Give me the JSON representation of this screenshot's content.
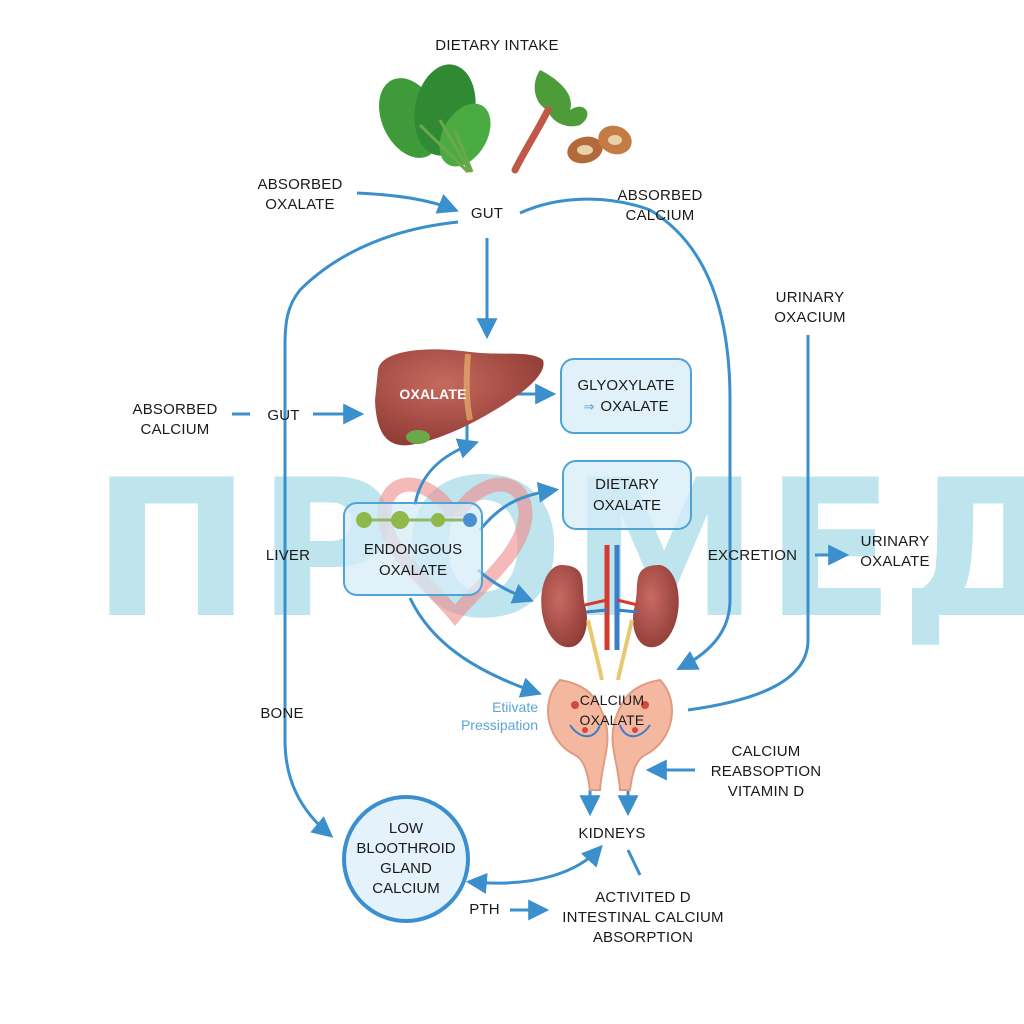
{
  "title": "DIETARY INTAKE",
  "labels": {
    "absorbed_oxalate": [
      "ABSORBED",
      "OXALATE"
    ],
    "gut_top": "GUT",
    "absorbed_calcium_top": [
      "ABSORBED",
      "CALCIUM"
    ],
    "urinary_oxacium": [
      "URINARY",
      "OXACIUM"
    ],
    "absorbed_calcium_left": [
      "ABSORBED",
      "CALCIUM"
    ],
    "gut_left": "GUT",
    "liver_oxalate": "OXALATE",
    "glyoxylate_box": [
      "GLYOXYLATE",
      "OXALATE"
    ],
    "glyoxylate_arrow": "⇒",
    "dietary_oxalate_box": [
      "DIETARY",
      "OXALATE"
    ],
    "endongous_box": [
      "ENDONGOUS",
      "OXALATE"
    ],
    "liver": "LIVER",
    "excretion": "EXCRETION",
    "urinary_oxalate": [
      "URINARY",
      "OXALATE"
    ],
    "bone": "BONE",
    "precipitation_note": [
      "Etiivate",
      "Pressipation"
    ],
    "calcium_oxalate": [
      "CALCIUM",
      "OXALATE"
    ],
    "calcium_reabsorption": [
      "CALCIUM",
      "REABSOPTION",
      "VITAMIN D"
    ],
    "kidneys": "KIDNEYS",
    "low_circle": [
      "LOW",
      "BLOOTHROID",
      "GLAND",
      "CALCIUM"
    ],
    "pth": "PTH",
    "activated_d": [
      "ACTIVITED D",
      "INTESTINAL CALCIUM",
      "ABSORPTION"
    ]
  },
  "watermark": "ПРОМЕД",
  "colors": {
    "arrow": "#3a8fcc",
    "liver": "#a9473f",
    "kidney": "#b54f4a",
    "watermark": "#6ec4d6",
    "heart": "#f08a8a"
  },
  "icons": [
    "spinach-icon",
    "rhubarb-icon",
    "nuts-icon",
    "liver-icon",
    "kidneys-icon",
    "nephron-icon",
    "heart-logo-icon"
  ]
}
